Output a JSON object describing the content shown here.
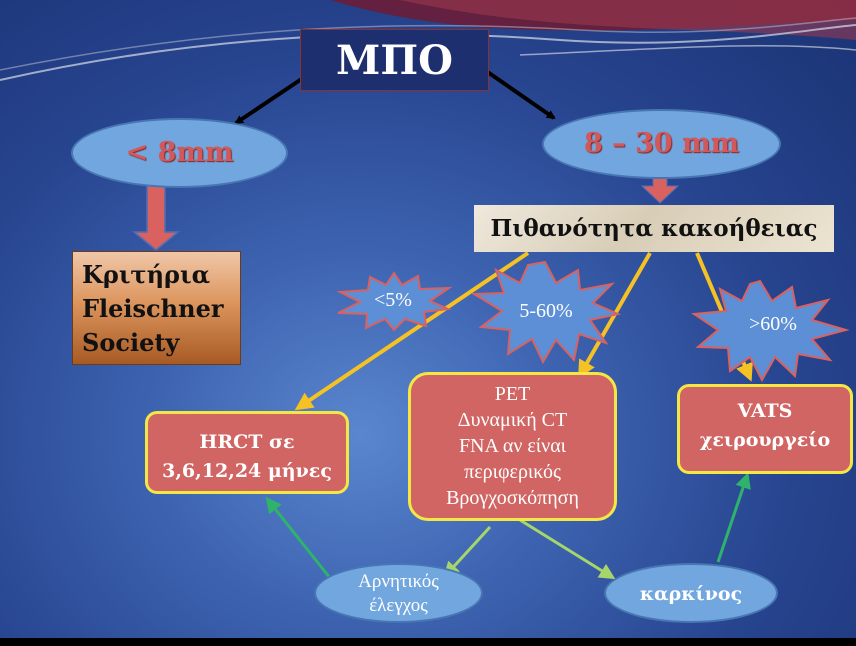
{
  "title": "ΜΠΟ",
  "size_small": "< 8mm",
  "size_mid": "8 – 30 mm",
  "probability": "Πιθανότητα κακοήθειας",
  "fleischner": [
    "Κριτήρια",
    "Fleischner",
    "Society"
  ],
  "bursts": {
    "low": "<5%",
    "mid": "5-60%",
    "high": ">60%"
  },
  "hrct": [
    "HRCT  σε",
    "3,6,12,24 μήνες"
  ],
  "pet": [
    "PET",
    "Δυναμική CT",
    "FNA αν είναι",
    "περιφερικός",
    "Βρογχοσκόπηση"
  ],
  "vats": [
    "VATS",
    "χειρουργείο"
  ],
  "negative": [
    "Αρνητικός",
    "έλεγχος"
  ],
  "cancer": "καρκίνος",
  "colors": {
    "background": "#2a4a98",
    "oval": "#72a6de",
    "red_box": "#d06563",
    "yellow_arrow": "#f6c223",
    "green_arrow": "#2fb36a",
    "light_green_arrow": "#a6d56a",
    "block_arrow": "#d9615f"
  }
}
